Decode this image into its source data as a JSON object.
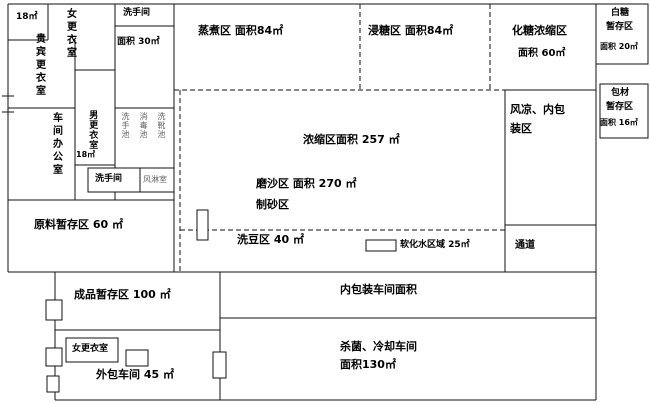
{
  "floor_plan": {
    "top_left": {
      "room18": "18㎡",
      "women_changing": "女更衣室",
      "washroom_top": "洗手间",
      "washroom_top_area": "面积 30㎡",
      "vip_changing": "贵宾更衣室",
      "office": "车间办公室",
      "men_changing": "男更衣室",
      "men_changing_area": "18㎡",
      "sink_wash": "洗手池",
      "sink_disinfect": "消毒池",
      "sink_boot": "洗靴池",
      "washroom_lower": "洗手间",
      "air_shower": "风淋室"
    },
    "main": {
      "steaming": "蒸煮区 面积84㎡",
      "soaking": "浸糖区 面积84㎡",
      "sugar_concentrate_title": "化糖浓缩区",
      "sugar_concentrate_area": "面积 60㎡",
      "concentration": "浓缩区面积 257 ㎡",
      "grinding": "磨沙区 面积 270 ㎡",
      "sand_making": "制砂区",
      "raw_storage": "原料暂存区 60 ㎡",
      "bean_washing": "洗豆区 40 ㎡",
      "soft_water": "软化水区域 25㎡",
      "cooling_pack_line1": "风凉、内包",
      "cooling_pack_line2": "装区",
      "passage": "通道"
    },
    "right_annex": {
      "white_sugar_line1": "白糖",
      "white_sugar_line2": "暂存区",
      "white_sugar_line3": "面积 20㎡",
      "pack_material_line1": "包材",
      "pack_material_line2": "暂存区",
      "pack_material_line3": "面积 16㎡"
    },
    "bottom": {
      "finished_storage": "成品暂存区 100 ㎡",
      "inner_pack_workshop": "内包装车间面积",
      "women_changing": "女更衣室",
      "outer_pack_workshop": "外包车间 45 ㎡",
      "sterilize_line1": "杀菌、冷却车间",
      "sterilize_line2": "面积130㎡"
    }
  }
}
